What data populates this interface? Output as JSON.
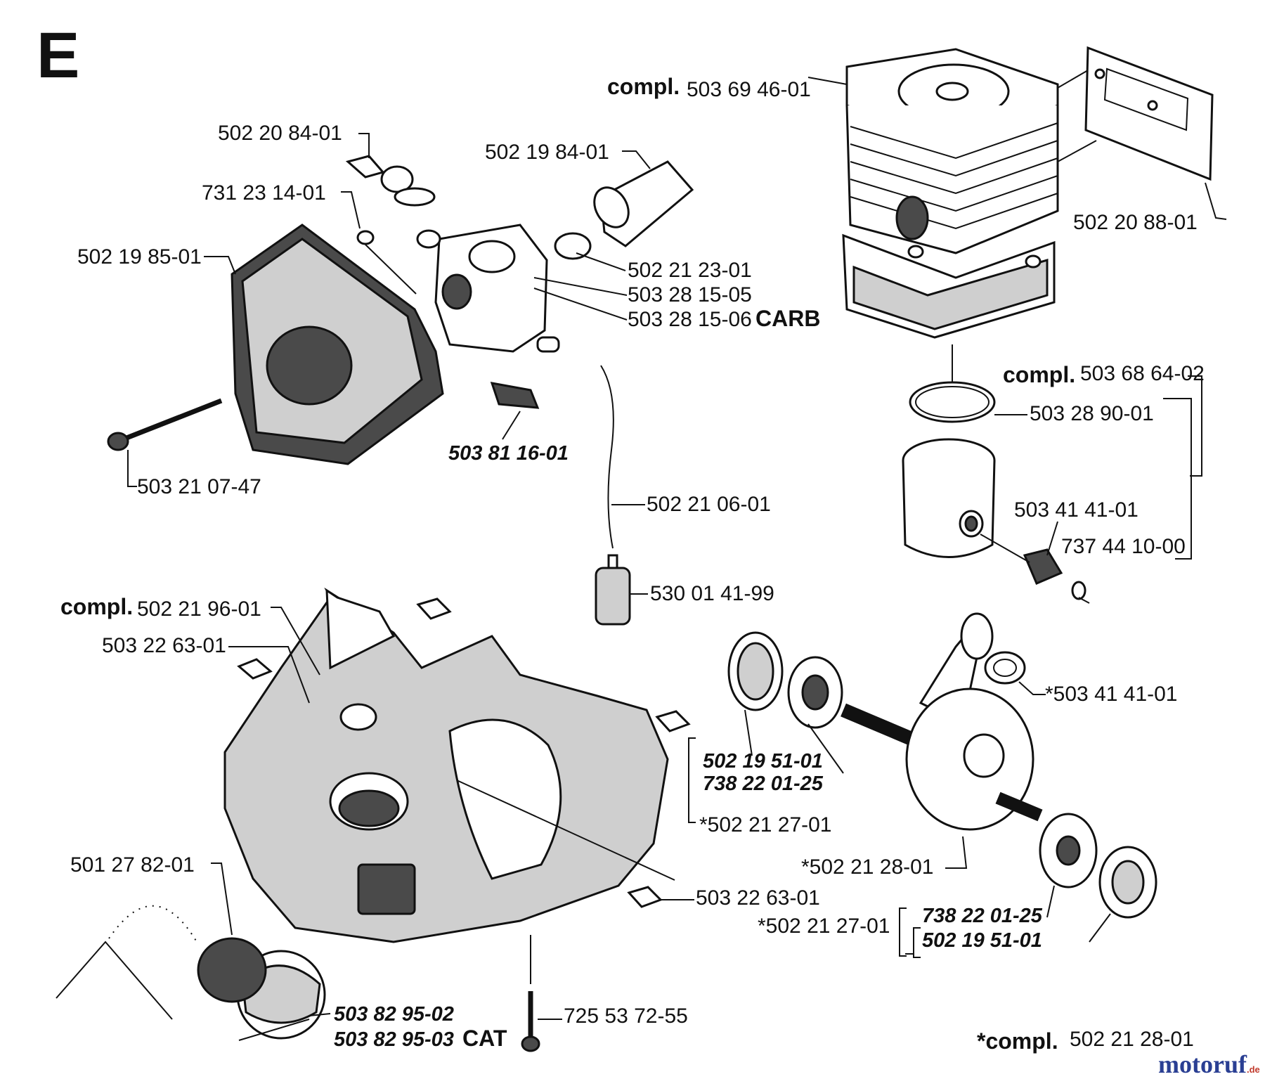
{
  "section_letter": "E",
  "brand": {
    "name": "motoruf",
    "tld": ".de",
    "name_color": "#2a3f93",
    "tld_color": "#c0392b"
  },
  "labels": {
    "cyl_compl_prefix": "compl.",
    "cyl_compl_num": "503 69 46-01",
    "l_502_20_84_01": "502 20 84-01",
    "l_502_19_84_01": "502 19 84-01",
    "l_731_23_14_01": "731 23 14-01",
    "l_502_19_85_01": "502 19 85-01",
    "l_502_21_23_01": "502 21 23-01",
    "l_503_28_15_05": "503 28 15-05",
    "l_503_28_15_06": "503 28 15-06",
    "carb_suffix": "CARB",
    "l_503_81_16_01": "503 81 16-01",
    "l_503_21_07_47": "503 21 07-47",
    "l_502_21_06_01": "502 21 06-01",
    "l_530_01_41_99": "530 01 41-99",
    "l_502_20_88_01": "502 20 88-01",
    "piston_compl_prefix": "compl.",
    "piston_compl_num": "503 68 64-02",
    "l_503_28_90_01": "503 28 90-01",
    "l_503_41_41_01": "503  41 41-01",
    "l_737_44_10_00": "737 44 10-00",
    "crank_compl_prefix": "compl.",
    "crank_compl_num": "502 21 96-01",
    "l_503_22_63_01_a": "503 22 63-01",
    "l_503_41_41_01_star": "*503 41 41-01",
    "l_502_19_51_01_a": "502 19 51-01",
    "l_738_22_01_25_a": "738 22 01-25",
    "l_502_21_27_01_a": "*502 21 27-01",
    "l_502_21_28_01_a": "*502 21 28-01",
    "l_501_27_82_01": "501 27 82-01",
    "l_503_22_63_01_b": "503 22 63-01",
    "l_502_21_27_01_b": "*502 21 27-01",
    "l_738_22_01_25_b": "738 22 01-25",
    "l_502_19_51_01_b": "502 19 51-01",
    "l_725_53_72_55": "725 53 72-55",
    "l_503_82_95_02": "503 82 95-02",
    "l_503_82_95_03": "503 82 95-03",
    "cat_suffix": "CAT",
    "star_compl_prefix": "*compl.",
    "star_compl_num": "502 21 28-01"
  }
}
